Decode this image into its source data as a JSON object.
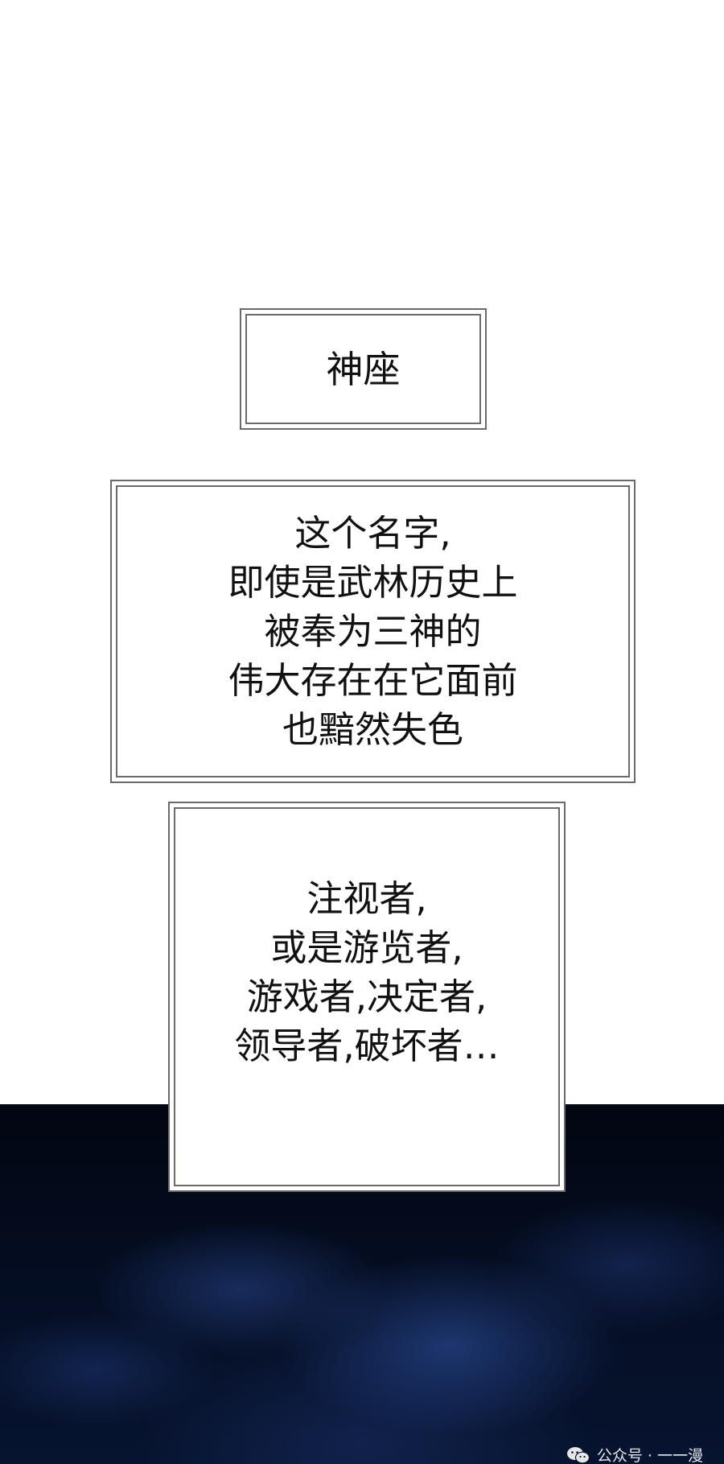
{
  "panel_title": {
    "text": "神座"
  },
  "caption_middle": {
    "lines": [
      "这个名字,",
      "即使是武林历史上",
      "被奉为三神的",
      "伟大存在在它面前",
      "也黯然失色"
    ]
  },
  "caption_lower": {
    "lines": [
      "注视者,",
      "或是游览者,",
      "游戏者,决定者,",
      "领导者,破坏者…"
    ]
  },
  "watermark": {
    "icon": "wechat-icon",
    "text": "公众号 · 一一漫"
  },
  "colors": {
    "page_background": "#ffffff",
    "night_sky": "#040c1f",
    "box_border": "#6a6a6a",
    "text": "#111111"
  }
}
